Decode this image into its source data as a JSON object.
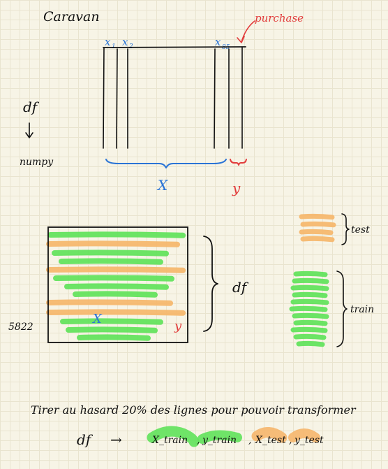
{
  "title": "Caravan",
  "annotations": {
    "purchase": "purchase",
    "df_left": "df",
    "numpy": "numpy",
    "x_brace": "X",
    "y_brace": "y",
    "df_right": "df",
    "rows_count": "5822",
    "x_inside": "X",
    "y_inside": "y",
    "test": "test",
    "train": "train"
  },
  "columns": {
    "x1": "x",
    "x1_sub": "1",
    "x2": "x",
    "x2_sub": "2",
    "x85": "x",
    "x85_sub": "85"
  },
  "bottom": {
    "sentence": "Tirer au hasard 20% des lignes pour pouvoir transformer",
    "df": "df",
    "arrow": "→",
    "outputs": {
      "x_train": "X_train",
      "sep1": ",",
      "y_train": "y_train",
      "sep2": ",",
      "x_test": "X_test",
      "sep3": ",",
      "y_test": "y_test"
    }
  },
  "colors": {
    "train_green": "#5fe25a",
    "test_orange": "#f5b66b",
    "ink_blue": "#2a74d6",
    "ink_red": "#e23b3b",
    "ink_black": "#111111"
  }
}
